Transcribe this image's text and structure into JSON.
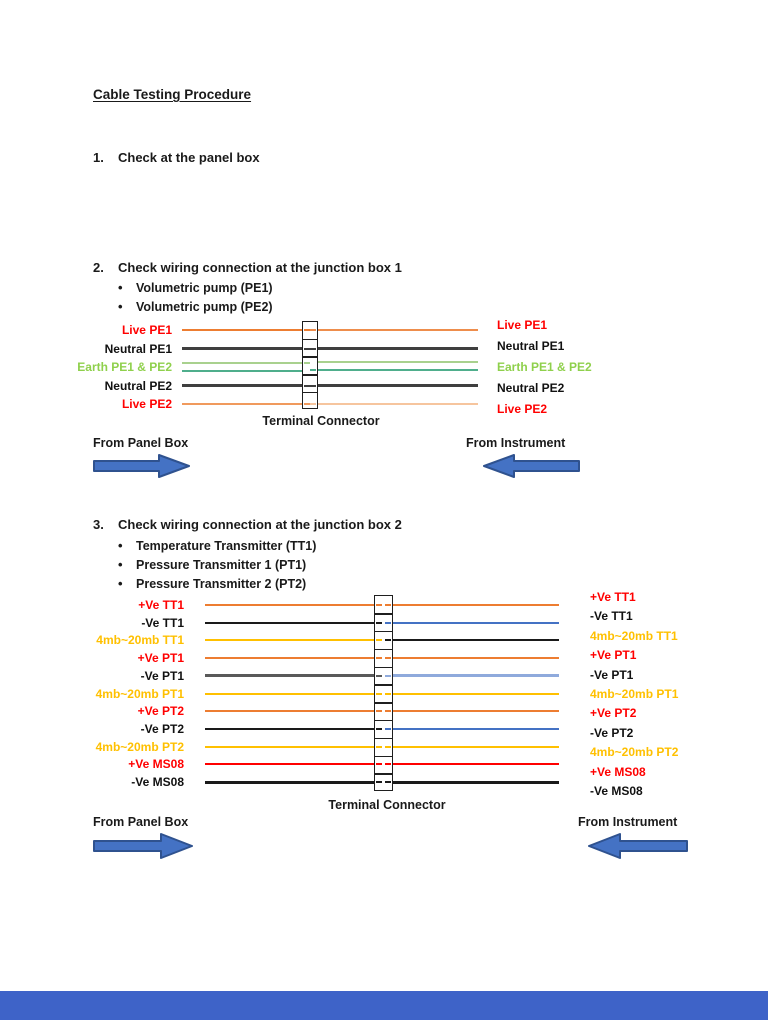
{
  "title": "Cable Testing Procedure",
  "items": [
    {
      "number": "1.",
      "text": "Check at the panel box",
      "bullets": []
    },
    {
      "number": "2.",
      "text": "Check wiring connection at the junction box 1",
      "bullets": [
        "Volumetric pump (PE1)",
        "Volumetric pump (PE2)"
      ]
    },
    {
      "number": "3.",
      "text": "Check wiring connection at the junction box 2",
      "bullets": [
        "Temperature Transmitter (TT1)",
        "Pressure Transmitter 1 (PT1)",
        "Pressure Transmitter 2 (PT2)"
      ]
    }
  ],
  "diagram1": {
    "terminal_label": "Terminal Connector",
    "left_flow_label": "From Panel Box",
    "right_flow_label": "From Instrument",
    "rows": [
      {
        "label": "Live PE1",
        "label_color": "#FF0000",
        "left_wire": "#ED7D31",
        "right_wire": "#EE8D4C"
      },
      {
        "label": "Neutral PE1",
        "label_color": "#111111",
        "left_wire": "#3F3F3F",
        "right_wire": "#3F3F3F",
        "thick": true
      },
      {
        "label": "Earth PE1 & PE2",
        "label_color": "#8FD04C",
        "left_wire": "#A9D18E",
        "right_wire": "#A9D18E",
        "second_left_wire": "#4FAE8C",
        "second_right_wire": "#4FAE8C",
        "double": true
      },
      {
        "label": "Neutral PE2",
        "label_color": "#111111",
        "left_wire": "#3F3F3F",
        "right_wire": "#3F3F3F",
        "thick": true
      },
      {
        "label": "Live PE2",
        "label_color": "#FF0000",
        "left_wire": "#F09A5D",
        "right_wire": "#F6C59E"
      }
    ]
  },
  "diagram2": {
    "terminal_label": "Terminal Connector",
    "left_flow_label": "From Panel Box",
    "right_flow_label": "From Instrument",
    "rows": [
      {
        "label": "+Ve TT1",
        "label_color": "#FF0000",
        "left_wire": "#ED7D31",
        "right_wire": "#ED7D31"
      },
      {
        "label": "-Ve TT1",
        "label_color": "#111111",
        "left_wire": "#1A1A1A",
        "right_wire": "#4472C4"
      },
      {
        "label": "4mb~20mb TT1",
        "label_color": "#FFC000",
        "left_wire": "#FFC000",
        "right_wire": "#1A1A1A"
      },
      {
        "label": "+Ve PT1",
        "label_color": "#FF0000",
        "left_wire": "#ED7D31",
        "right_wire": "#ED7D31"
      },
      {
        "label": "-Ve PT1",
        "label_color": "#111111",
        "left_wire": "#595959",
        "right_wire": "#8FAADC",
        "thick": true
      },
      {
        "label": "4mb~20mb PT1",
        "label_color": "#FFC000",
        "left_wire": "#FFC000",
        "right_wire": "#FFC000"
      },
      {
        "label": "+Ve PT2",
        "label_color": "#FF0000",
        "left_wire": "#ED7D31",
        "right_wire": "#ED7D31"
      },
      {
        "label": "-Ve PT2",
        "label_color": "#111111",
        "left_wire": "#1A1A1A",
        "right_wire": "#4472C4"
      },
      {
        "label": "4mb~20mb PT2",
        "label_color": "#FFC000",
        "left_wire": "#FFC000",
        "right_wire": "#FFC000"
      },
      {
        "label": "+Ve MS08",
        "label_color": "#FF0000",
        "left_wire": "#FF0000",
        "right_wire": "#FF0000"
      },
      {
        "label": "-Ve MS08",
        "label_color": "#111111",
        "left_wire": "#1A1A1A",
        "right_wire": "#1A1A1A",
        "thick": true
      }
    ]
  },
  "arrow": {
    "fill": "#4472C4",
    "stroke": "#2F528F"
  },
  "footer_bar_color": "#3E63C8"
}
